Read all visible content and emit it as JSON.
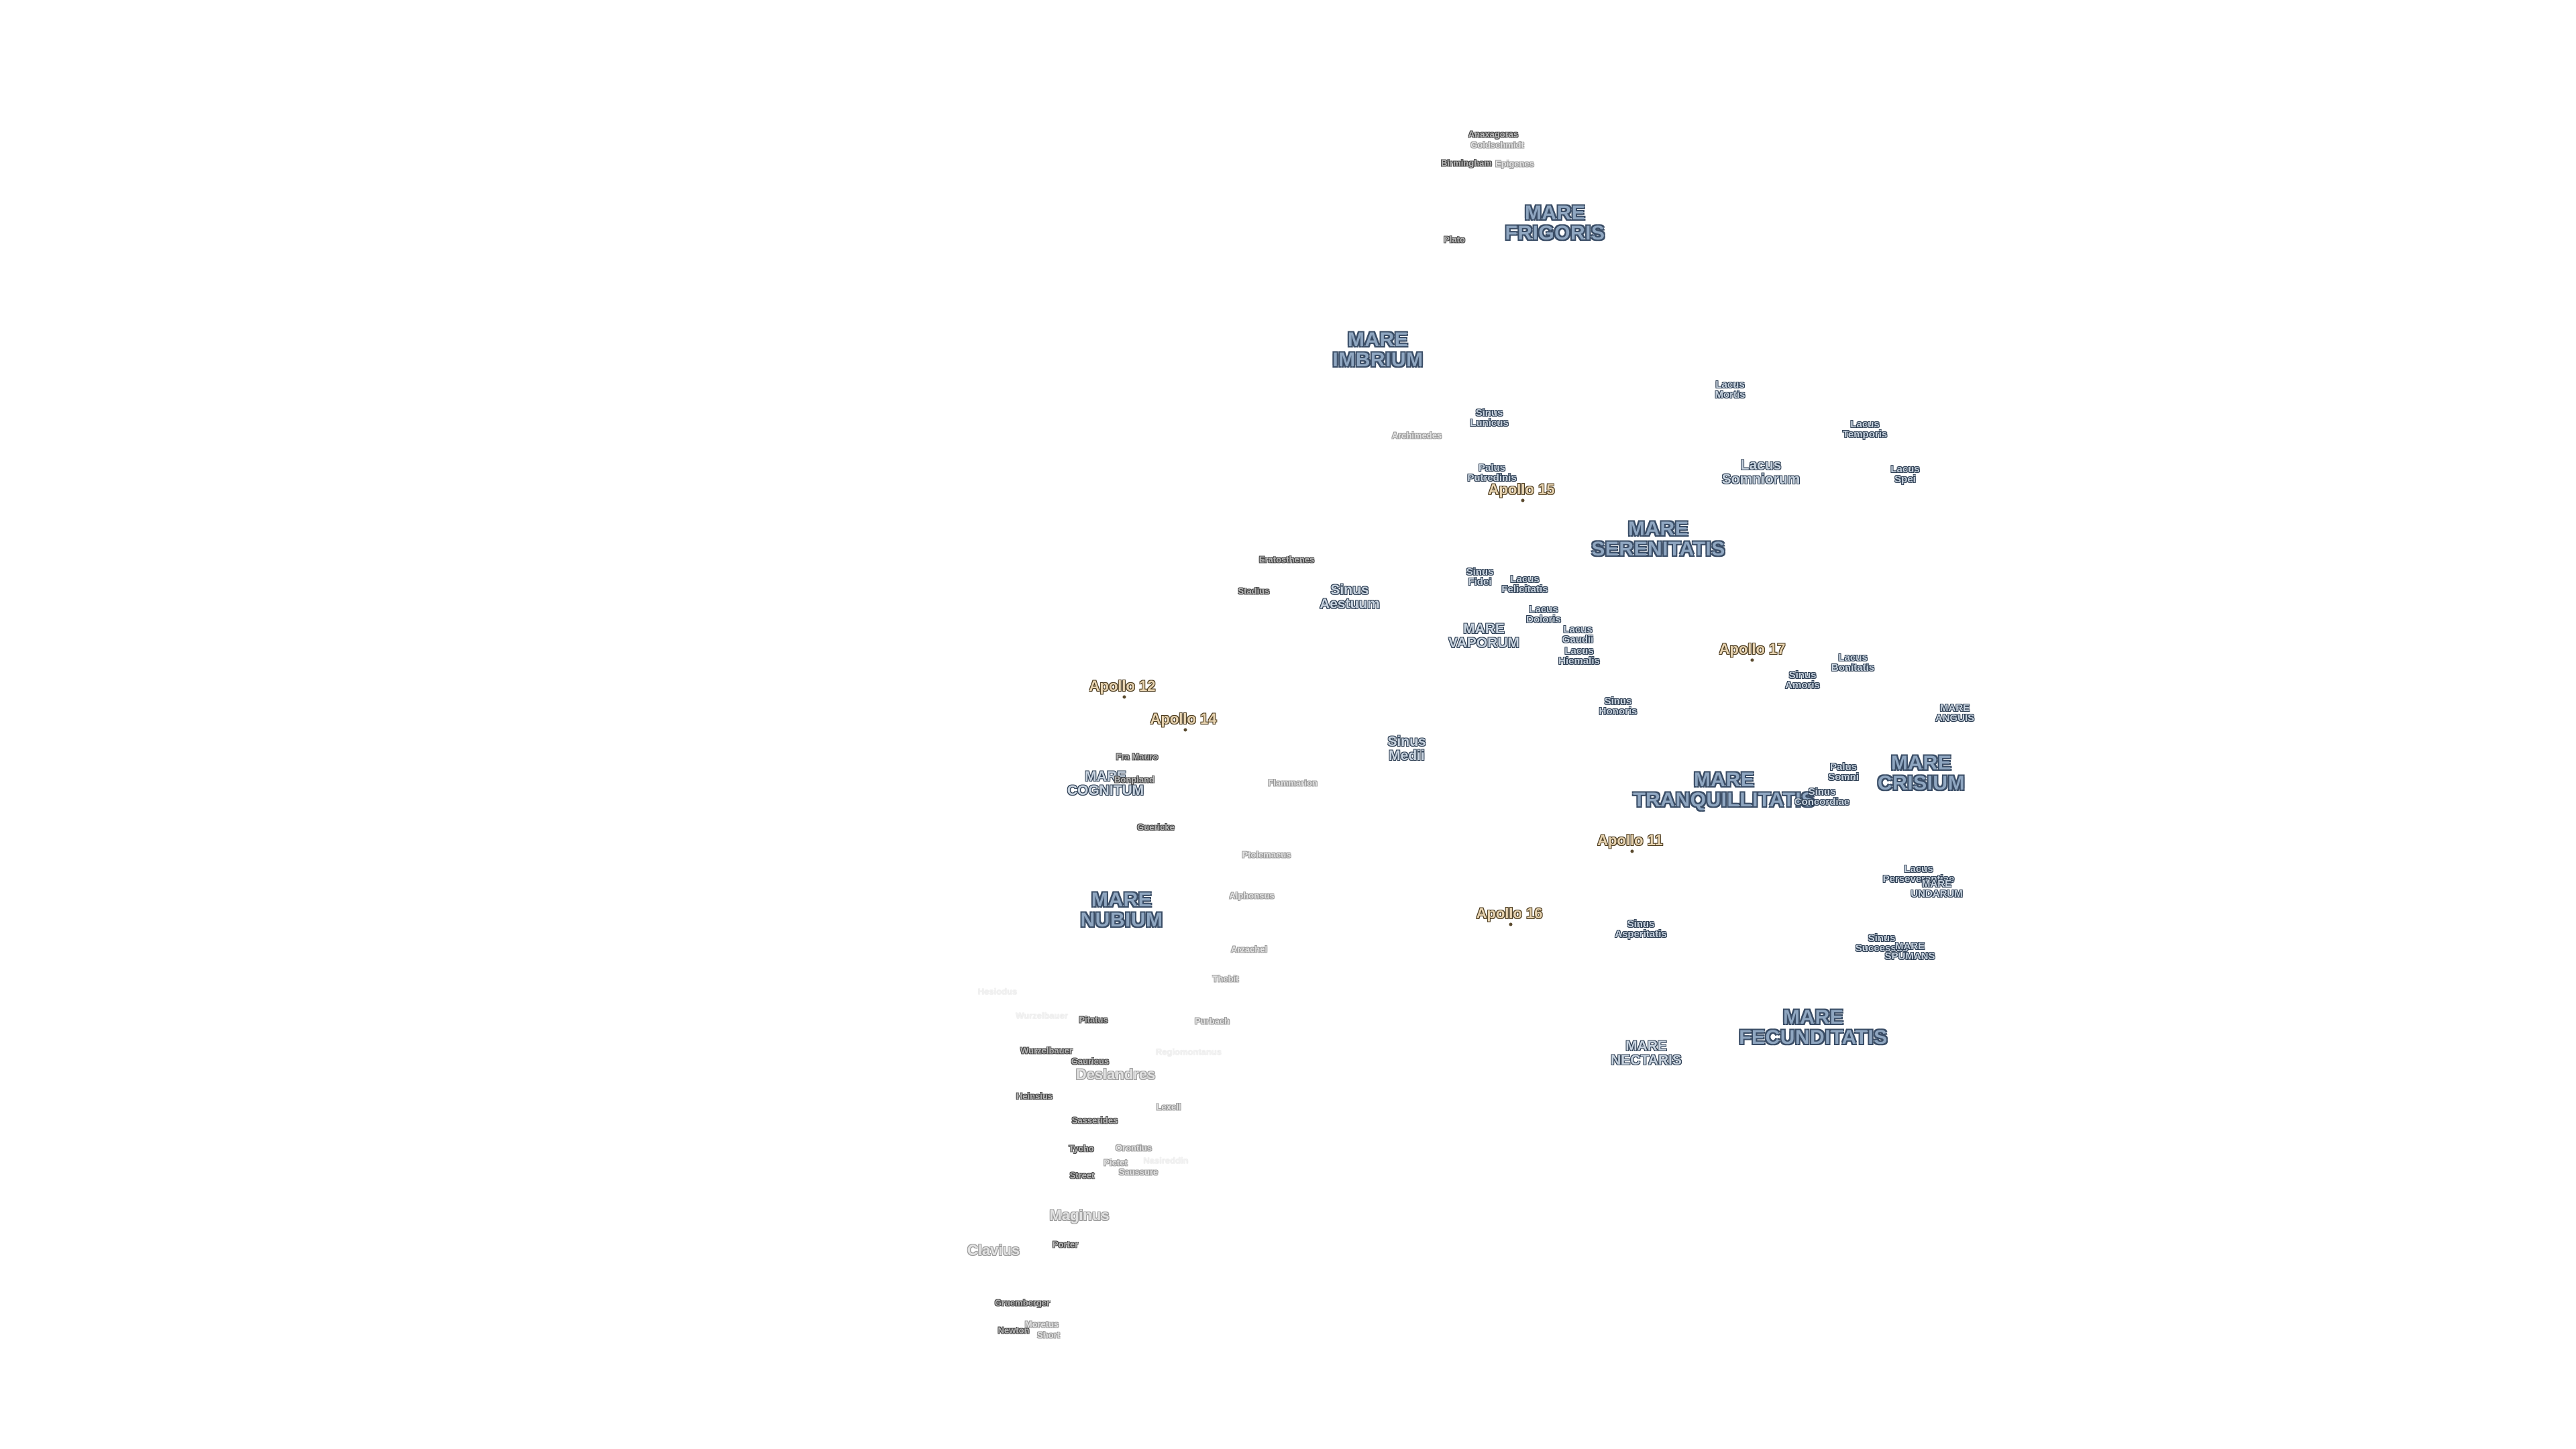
{
  "map": {
    "maria": [
      {
        "id": "mare-frigoris",
        "text": "MARE\nFRIGORIS"
      },
      {
        "id": "mare-imbrium",
        "text": "MARE\nIMBRIUM"
      },
      {
        "id": "mare-serenitatis",
        "text": "MARE\nSERENITATIS"
      },
      {
        "id": "mare-tranquillitatis",
        "text": "MARE\nTRANQUILLITATIS"
      },
      {
        "id": "mare-crisium",
        "text": "MARE\nCRISIUM"
      },
      {
        "id": "mare-nubium",
        "text": "MARE\nNUBIUM"
      },
      {
        "id": "mare-fecunditatis",
        "text": "MARE\nFECUNDITATIS"
      }
    ],
    "features": [
      {
        "id": "lacus-mortis",
        "text": "Lacus\nMortis"
      },
      {
        "id": "lacus-temporis",
        "text": "Lacus\nTemporis"
      },
      {
        "id": "lacus-somniorum",
        "text": "Lacus\nSomniorum"
      },
      {
        "id": "lacus-spei",
        "text": "Lacus\nSpei"
      },
      {
        "id": "sinus-lunicus",
        "text": "Sinus\nLunicus"
      },
      {
        "id": "palus-putredinis",
        "text": "Palus\nPutredinis"
      },
      {
        "id": "sinus-aestuum",
        "text": "Sinus\nAestuum"
      },
      {
        "id": "sinus-fidei",
        "text": "Sinus\nFidei"
      },
      {
        "id": "lacus-felicitatis",
        "text": "Lacus\nFelicitatis"
      },
      {
        "id": "lacus-doloris",
        "text": "Lacus\nDoloris"
      },
      {
        "id": "mare-vaporum",
        "text": "MARE\nVAPORUM"
      },
      {
        "id": "lacus-gaudii",
        "text": "Lacus\nGaudii"
      },
      {
        "id": "lacus-hiemalis",
        "text": "Lacus\nHiemalis"
      },
      {
        "id": "lacus-bonitatis",
        "text": "Lacus\nBonitatis"
      },
      {
        "id": "sinus-amoris",
        "text": "Sinus\nAmoris"
      },
      {
        "id": "sinus-honoris",
        "text": "Sinus\nHonoris"
      },
      {
        "id": "mare-anguis",
        "text": "MARE\nANGUIS"
      },
      {
        "id": "sinus-medii",
        "text": "Sinus\nMedii"
      },
      {
        "id": "palus-somni",
        "text": "Palus\nSomni"
      },
      {
        "id": "sinus-concordiae",
        "text": "Sinus\nConcordiae"
      },
      {
        "id": "mare-cognitum",
        "text": "MARE\nCOGNITUM"
      },
      {
        "id": "lacus-perseverantiae",
        "text": "Lacus\nPerseverantiae"
      },
      {
        "id": "mare-undarum",
        "text": "MARE\nUNDARUM"
      },
      {
        "id": "sinus-asperitatis",
        "text": "Sinus\nAsperitatis"
      },
      {
        "id": "sinus-successus",
        "text": "Sinus\nSuccessus"
      },
      {
        "id": "mare-spumans",
        "text": "MARE\nSPUMANS"
      },
      {
        "id": "mare-nectaris",
        "text": "MARE\nNECTARIS"
      }
    ],
    "apollo_sites": [
      {
        "id": "apollo-15",
        "text": "Apollo 15"
      },
      {
        "id": "apollo-17",
        "text": "Apollo 17"
      },
      {
        "id": "apollo-12",
        "text": "Apollo 12"
      },
      {
        "id": "apollo-14",
        "text": "Apollo 14"
      },
      {
        "id": "apollo-11",
        "text": "Apollo 11"
      },
      {
        "id": "apollo-16",
        "text": "Apollo 16"
      }
    ],
    "craters": [
      {
        "id": "anaxagoras",
        "text": "Anaxagoras"
      },
      {
        "id": "goldschmidt",
        "text": "Goldschmidt"
      },
      {
        "id": "birmingham",
        "text": "Birmingham"
      },
      {
        "id": "epigenes",
        "text": "Epigenes"
      },
      {
        "id": "plato",
        "text": "Plato"
      },
      {
        "id": "archimedes",
        "text": "Archimedes"
      },
      {
        "id": "eratosthenes",
        "text": "Eratosthenes"
      },
      {
        "id": "stadius",
        "text": "Stadius"
      },
      {
        "id": "fra-mauro",
        "text": "Fra Mauro"
      },
      {
        "id": "bonpland",
        "text": "Bonpland"
      },
      {
        "id": "flammarion",
        "text": "Flammarion"
      },
      {
        "id": "guericke",
        "text": "Guericke"
      },
      {
        "id": "ptolemaeus",
        "text": "Ptolemaeus"
      },
      {
        "id": "alphonsus",
        "text": "Alphonsus"
      },
      {
        "id": "arzachel",
        "text": "Arzachel"
      },
      {
        "id": "thebit",
        "text": "Thebit"
      },
      {
        "id": "wurzelbauer",
        "text": "Wurzelbauer"
      },
      {
        "id": "pitatus",
        "text": "Pitatus"
      },
      {
        "id": "purbach",
        "text": "Purbach"
      },
      {
        "id": "gauricus",
        "text": "Gauricus"
      },
      {
        "id": "regiomontanus",
        "text": "Regiomontanus"
      },
      {
        "id": "deslandres",
        "text": "Deslandres"
      },
      {
        "id": "heinsius",
        "text": "Heinsius"
      },
      {
        "id": "lexell",
        "text": "Lexell"
      },
      {
        "id": "sasserides",
        "text": "Sasserides"
      },
      {
        "id": "tycho",
        "text": "Tycho"
      },
      {
        "id": "orontius",
        "text": "Orontius"
      },
      {
        "id": "pictet",
        "text": "Pictet"
      },
      {
        "id": "nasireddin",
        "text": "Nasireddin"
      },
      {
        "id": "saussure",
        "text": "Saussure"
      },
      {
        "id": "street",
        "text": "Street"
      },
      {
        "id": "maginus",
        "text": "Maginus"
      },
      {
        "id": "clavius",
        "text": "Clavius"
      },
      {
        "id": "porter",
        "text": "Porter"
      },
      {
        "id": "gruemberger",
        "text": "Gruemberger"
      },
      {
        "id": "newton",
        "text": "Newton"
      },
      {
        "id": "moretus",
        "text": "Moretus"
      },
      {
        "id": "short",
        "text": "Short"
      },
      {
        "id": "hesiodus",
        "text": "Hesiodus"
      }
    ]
  }
}
